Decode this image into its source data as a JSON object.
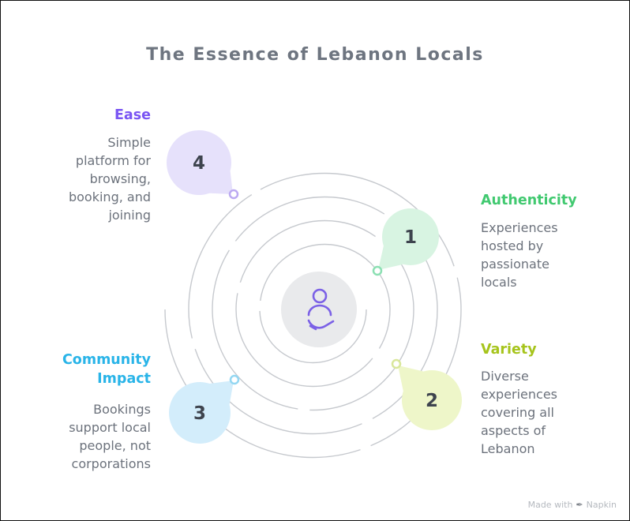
{
  "title": "The Essence of Lebanon Locals",
  "center_icon": "person-offering-hand",
  "items": [
    {
      "number": "1",
      "label": "Authenticity",
      "description": "Experiences hosted by passionate locals",
      "label_color": "#41c970",
      "bubble_color": "#d8f4e2",
      "dot_color": "#8ce0b3"
    },
    {
      "number": "2",
      "label": "Variety",
      "description": "Diverse experiences covering all aspects of Lebanon",
      "label_color": "#a6c41c",
      "bubble_color": "#eef6c9",
      "dot_color": "#d9e79b"
    },
    {
      "number": "3",
      "label": "Community Impact",
      "description": "Bookings support local people, not corporations",
      "label_color": "#29b4e8",
      "bubble_color": "#d3edfb",
      "dot_color": "#93d7f2"
    },
    {
      "number": "4",
      "label": "Ease",
      "description": "Simple platform for browsing, booking, and joining",
      "label_color": "#7a55f3",
      "bubble_color": "#e6e1fb",
      "dot_color": "#bcaaf2"
    }
  ],
  "watermark": {
    "prefix": "Made with",
    "brand": "Napkin"
  }
}
